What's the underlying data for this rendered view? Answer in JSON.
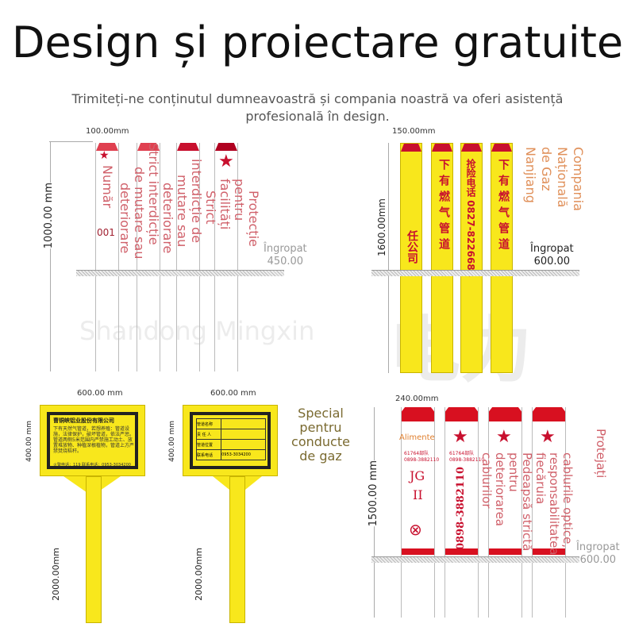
{
  "title": "Design și proiectare gratuite",
  "subtitle": "Trimiteți-ne conținutul dumneavoastră și compania noastră va oferi asistență profesională în design.",
  "watermark": {
    "text": "Shandong Mingxin",
    "cn": "电力"
  },
  "panel1": {
    "width_dim": "100.00mm",
    "height_dim": "1000.00 mm",
    "buried": [
      "Îngropat",
      "450.00"
    ],
    "labels": [
      "Număr",
      "001",
      "deteriorare",
      "de mutare sau",
      "Strict interdicție",
      "deteriorare",
      "mutare sau",
      "interdicție de",
      "Strict",
      "facilități",
      "pentru",
      "Protecție"
    ]
  },
  "panel2": {
    "width_dim": "150.00mm",
    "height_dim": "1600.00mm",
    "buried": [
      "Îngropat",
      "600.00"
    ],
    "labels": [
      "Nanjiang",
      "de Gaz",
      "Națională",
      "Compania"
    ],
    "posts_cn": [
      "任公司",
      "下有燃气管道",
      "抢险电话 0827-8226688",
      "下有燃气管道"
    ]
  },
  "panel3": {
    "width_dim": "600.00 mm",
    "height_dim": "400.00 mm",
    "pole_dim": "2000.00mm",
    "sign1": {
      "company": "曹铜峡铝业股份有限公司",
      "body": "下有天然气管道，若想养殖：管道设施，法律保护，破坏管道，依法严惩。管道两侧5米范围内严禁施工动土、放置堆放物、种植深根植物，管道上方严禁焚烧秸秆。",
      "phone": "火警电话：119  联系电话：0953-3034200"
    },
    "sign2": {
      "rows": [
        [
          "管道名称",
          ""
        ],
        [
          "责 任 人",
          ""
        ],
        [
          "管道位置",
          ""
        ],
        [
          "联系电话",
          "0953-3034200"
        ]
      ],
      "overlay": [
        "Special",
        "pentru",
        "conducte",
        "de gaz"
      ]
    }
  },
  "panel4": {
    "width_dim": "240.00mm",
    "height_dim": "1500.00 mm",
    "buried": [
      "Îngropat",
      "600.00"
    ],
    "post1": {
      "label": "Alimente",
      "unit": "61764部队",
      "phone": "0898-3882110",
      "code": "JG",
      "num": "II"
    },
    "post2": {
      "unit": "61764部队",
      "phone": "0898-3882110",
      "big": "0898-3882110"
    },
    "labels": [
      "cablurilor",
      "deteriorarea",
      "pentru",
      "Pedeapsă strictă",
      "fiecăruia",
      "responsabilitatea",
      "cablurile optice,",
      "Protejați"
    ]
  },
  "colors": {
    "red": "#c8102e",
    "yellow": "#f8e71c",
    "overlay": "#d0606a"
  }
}
